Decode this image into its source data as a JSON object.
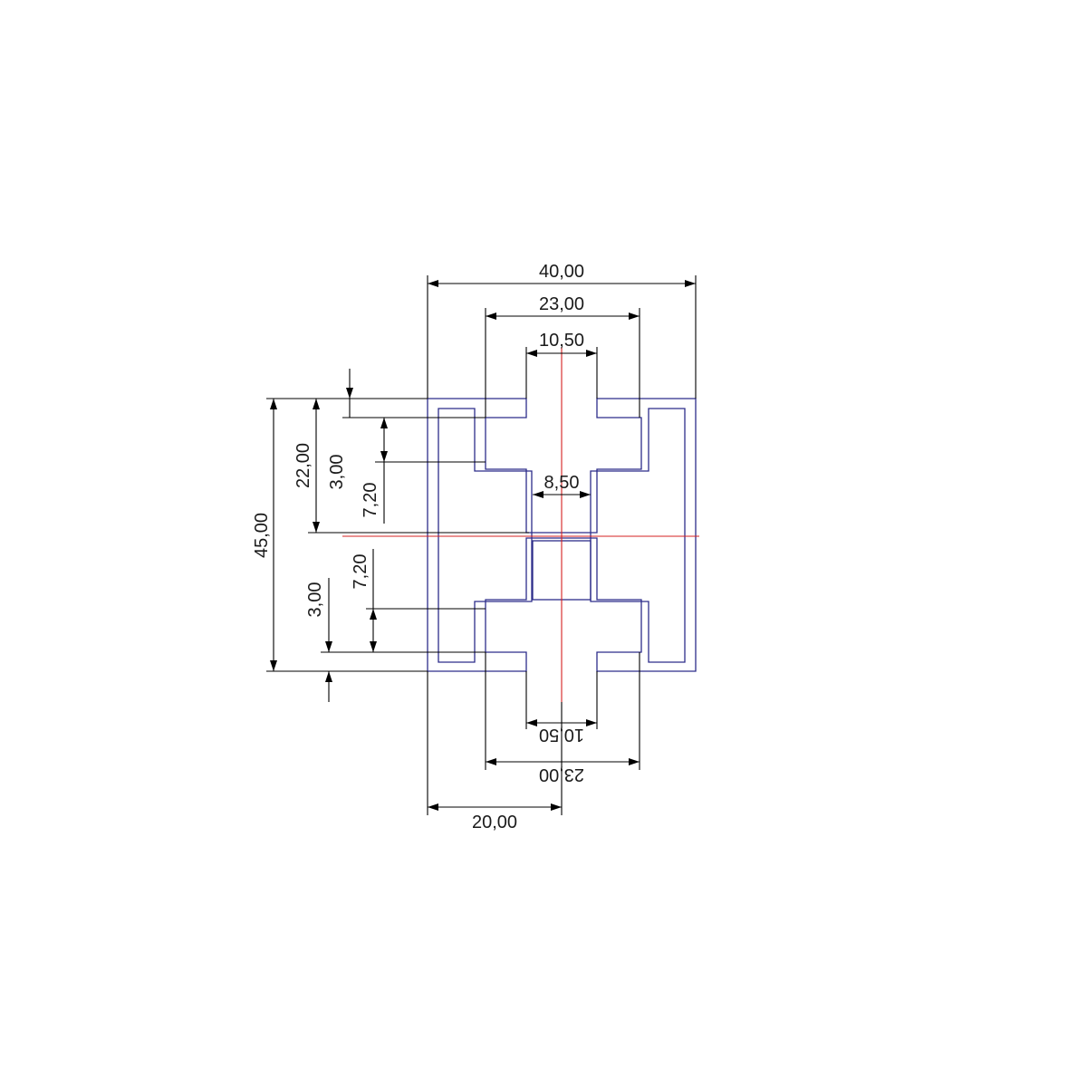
{
  "colors": {
    "background": "#ffffff",
    "profile_outline": "#2c2c8a",
    "center_line": "#d42020",
    "dimension": "#000000"
  },
  "dimensions": {
    "overall_width": "40,00",
    "top_outer_slot": "23,00",
    "top_inner_slot": "10,50",
    "core_width": "8,50",
    "overall_height": "45,00",
    "upper_half_height": "22,00",
    "upper_wall": "3,00",
    "upper_slot_depth": "7,20",
    "lower_slot_depth": "7,20",
    "lower_wall": "3,00",
    "bottom_inner_slot": "10,50",
    "bottom_outer_slot": "23,00",
    "half_width": "20,00"
  }
}
